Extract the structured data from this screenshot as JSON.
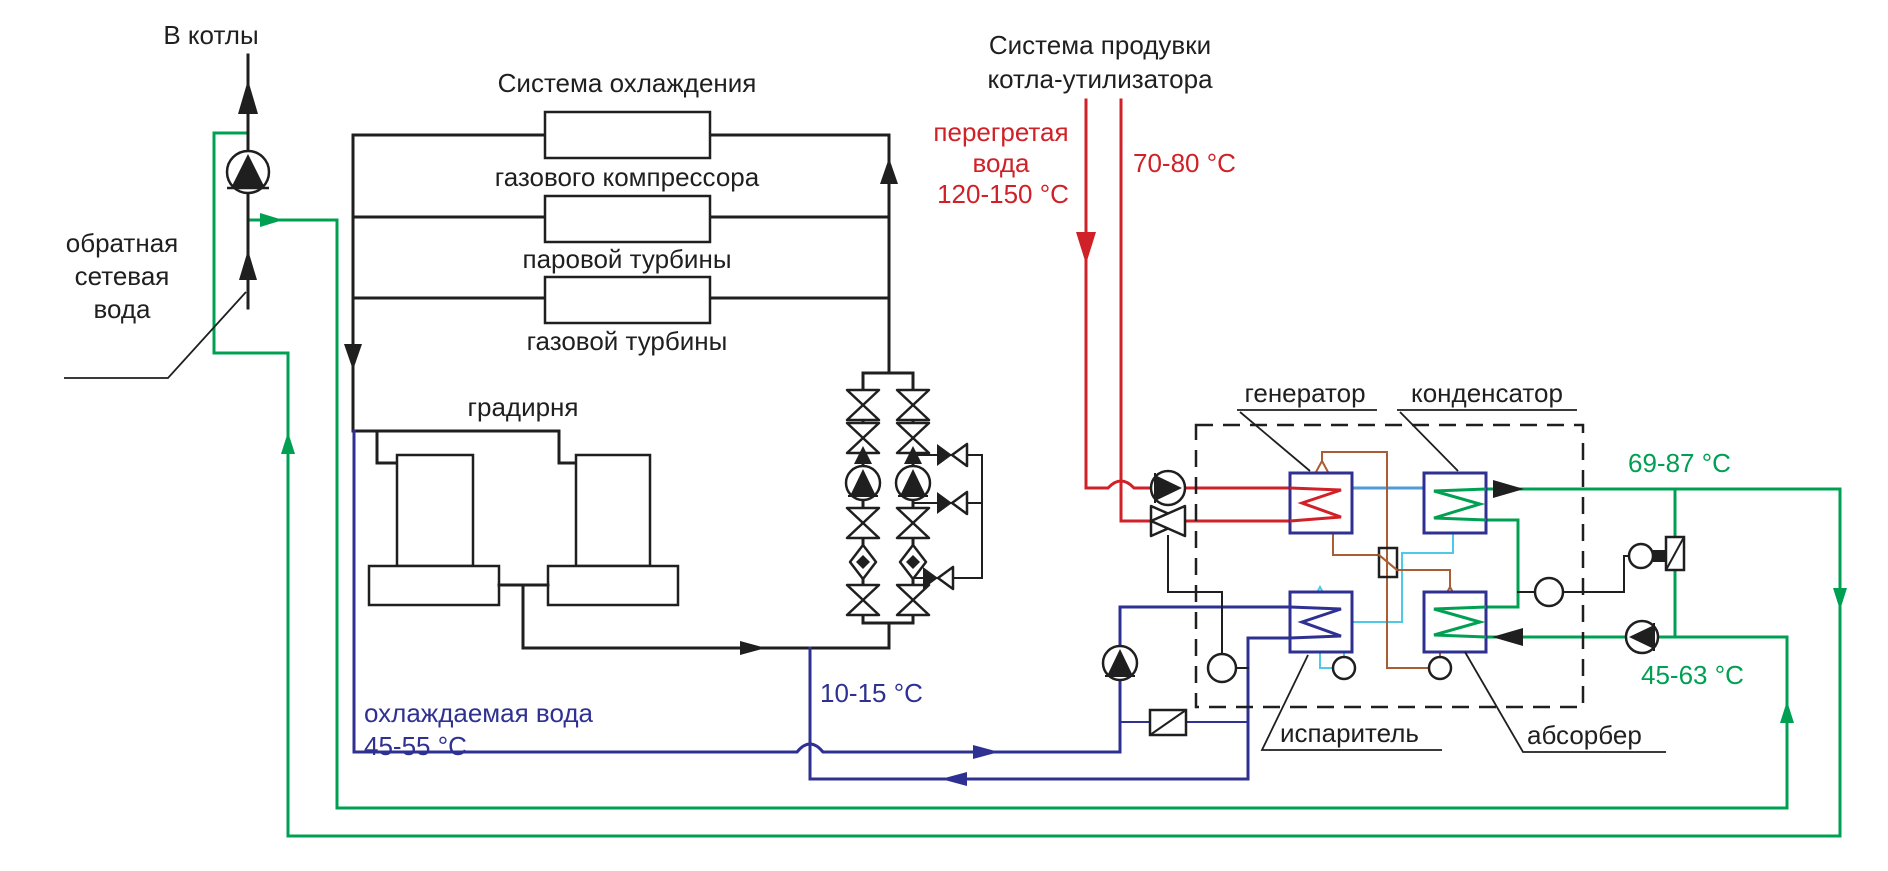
{
  "labels": {
    "to_boilers": "В котлы",
    "return_water_1": "обратная",
    "return_water_2": "сетевая",
    "return_water_3": "вода",
    "cooling_system_title": "Система охлаждения",
    "cooler_gas_compressor": "газового компрессора",
    "cooler_steam_turbine": "паровой турбины",
    "cooler_gas_turbine": "газовой турбины",
    "cooling_tower": "градирня",
    "blowdown_1": "Система продувки",
    "blowdown_2": "котла-утилизатора",
    "superheated_1": "перегретая",
    "superheated_2": "вода",
    "superheated_temp": "120-150 °С",
    "boiler_return_temp": "70-80 °С",
    "generator": "генератор",
    "condenser": "конденсатор",
    "evaporator": "испаритель",
    "absorber": "абсорбер",
    "heated_out_temp": "69-87 °С",
    "heated_in_temp": "45-63 °С",
    "cooled_water_1": "охлаждаемая вода",
    "cooled_water_2": "45-55 °С",
    "chilled_temp": "10-15 °С"
  },
  "colors": {
    "green": "#00a053",
    "red": "#cf2127",
    "navy": "#2f3192",
    "cyan": "#4ec9e8",
    "blue": "#4f9bd5",
    "brown": "#aa5c32",
    "black": "#1f1f1f"
  }
}
